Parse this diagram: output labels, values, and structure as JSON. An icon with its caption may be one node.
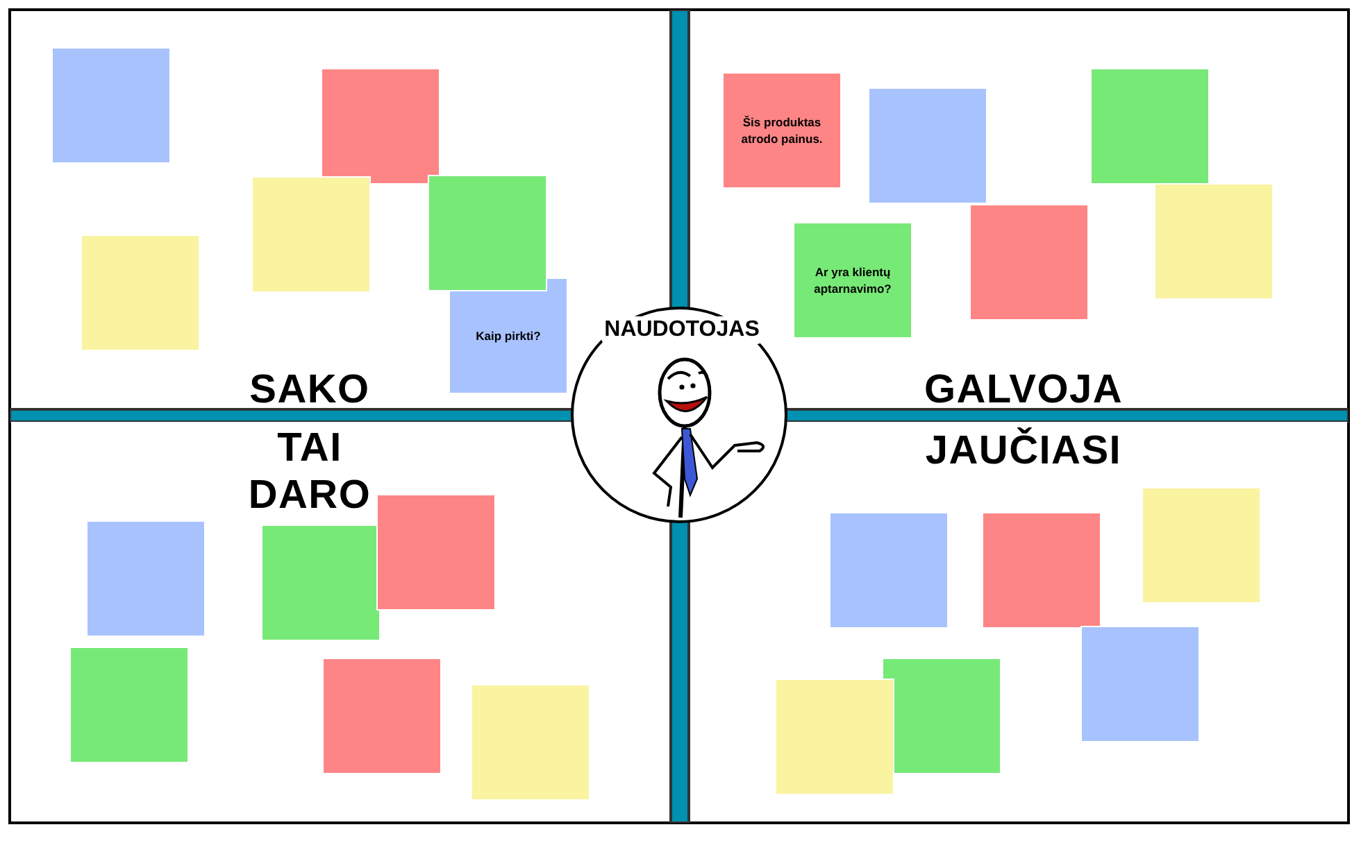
{
  "diagram": {
    "nodes": [
      {
        "text": [
          "SAKO"
        ]
      },
      {
        "text": [],
        "shape": "box",
        "in": 0
      },
      {
        "text": [],
        "shape": "box",
        "in": 0
      },
      {
        "text": [],
        "shape": "box",
        "in": 0
      },
      {
        "text": [],
        "shape": "box",
        "in": 0
      },
      {
        "text": [],
        "shape": "box",
        "in": 0
      },
      {
        "text": [
          "Kaip pirkti?"
        ],
        "in": 0
      },
      {
        "text": [
          "GALVOJA"
        ]
      },
      {
        "text": [
          "Šis produktas atrodo painus."
        ],
        "in": 7
      },
      {
        "text": [],
        "shape": "box",
        "in": 7
      },
      {
        "text": [],
        "shape": "box",
        "in": 7
      },
      {
        "text": [],
        "shape": "box",
        "in": 7
      },
      {
        "text": [],
        "shape": "box",
        "in": 7
      },
      {
        "text": [
          "Ar yra klientų aptarnavimo?"
        ],
        "in": 7
      },
      {
        "text": [
          "TAI DARO"
        ]
      },
      {
        "text": [],
        "shape": "box",
        "in": 14
      },
      {
        "text": [],
        "shape": "box",
        "in": 14
      },
      {
        "text": [],
        "shape": "box",
        "in": 14
      },
      {
        "text": [],
        "shape": "box",
        "in": 14
      },
      {
        "text": [],
        "shape": "box",
        "in": 14
      },
      {
        "text": [],
        "shape": "box",
        "in": 14
      },
      {
        "text": [
          "JAUČIASI"
        ]
      },
      {
        "text": [],
        "shape": "box",
        "in": 21
      },
      {
        "text": [],
        "shape": "box",
        "in": 21
      },
      {
        "text": [],
        "shape": "box",
        "in": 21
      },
      {
        "text": [],
        "shape": "box",
        "in": 21
      },
      {
        "text": [],
        "shape": "box",
        "in": 21
      },
      {
        "text": [],
        "shape": "box",
        "in": 21
      },
      {
        "text": [
          "NAUDOTOJAS"
        ]
      }
    ]
  }
}
